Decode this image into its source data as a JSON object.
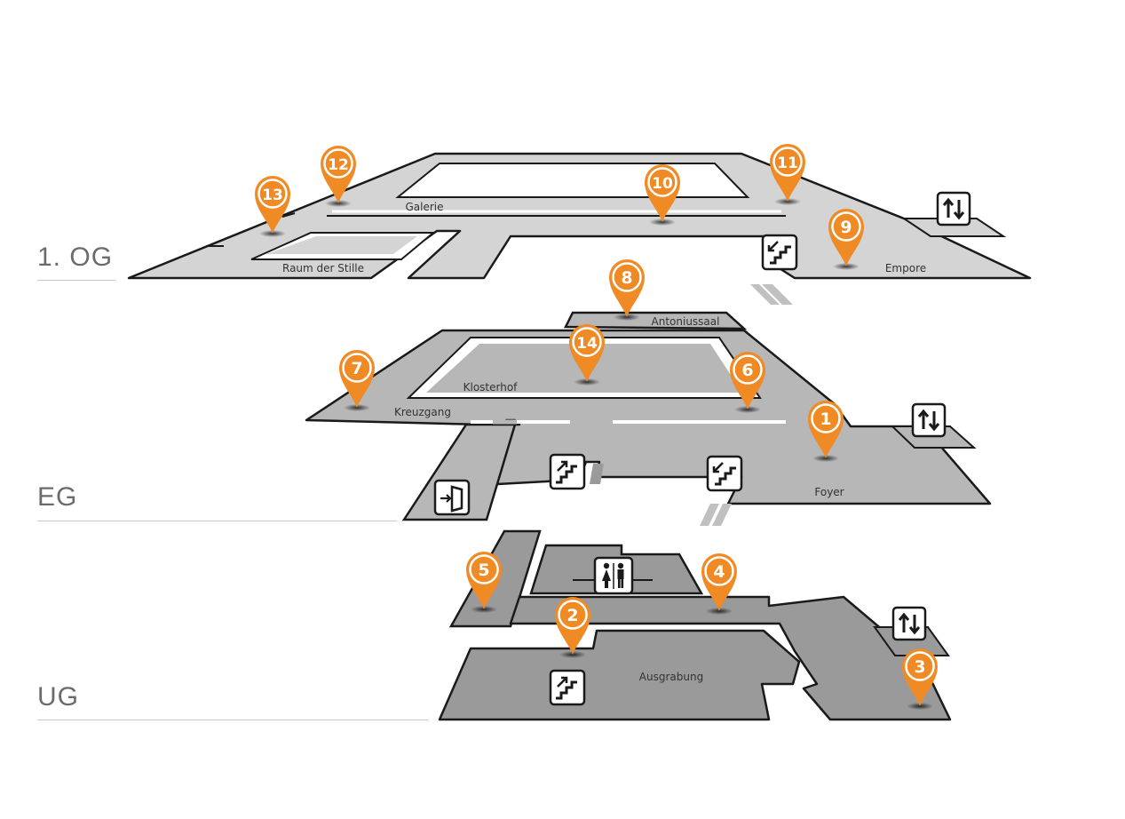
{
  "floors": {
    "og1": {
      "label": "1. OG",
      "color": "#d4d4d4"
    },
    "eg": {
      "label": "EG",
      "color": "#b7b7b7"
    },
    "ug": {
      "label": "UG",
      "color": "#9a9a9a"
    }
  },
  "rooms": {
    "galerie": "Galerie",
    "raum_der_stille": "Raum der Stille",
    "empore": "Empore",
    "antoniussaal": "Antoniussaal",
    "klosterhof": "Klosterhof",
    "kreuzgang": "Kreuzgang",
    "foyer": "Foyer",
    "ausgrabung": "Ausgrabung"
  },
  "markers": [
    {
      "id": "1",
      "num": "1"
    },
    {
      "id": "2",
      "num": "2"
    },
    {
      "id": "3",
      "num": "3"
    },
    {
      "id": "4",
      "num": "4"
    },
    {
      "id": "5",
      "num": "5"
    },
    {
      "id": "6",
      "num": "6"
    },
    {
      "id": "7",
      "num": "7"
    },
    {
      "id": "8",
      "num": "8"
    },
    {
      "id": "9",
      "num": "9"
    },
    {
      "id": "10",
      "num": "10"
    },
    {
      "id": "11",
      "num": "11"
    },
    {
      "id": "12",
      "num": "12"
    },
    {
      "id": "13",
      "num": "13"
    },
    {
      "id": "14",
      "num": "14"
    }
  ],
  "icons": {
    "elevator": "elevator-icon",
    "stairs_up": "stairs-up-icon",
    "stairs_down": "stairs-down-icon",
    "entrance": "entrance-icon",
    "restroom": "restroom-icon"
  },
  "colors": {
    "marker": "#f08a24",
    "marker_text": "#ffffff",
    "outline": "#1a1a1a",
    "label": "#333333"
  }
}
